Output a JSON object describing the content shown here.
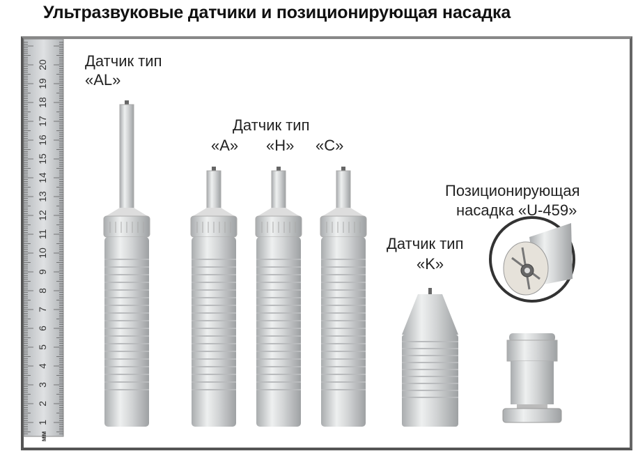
{
  "title": "Ультразвуковые датчики и позиционирующая насадка",
  "ruler": {
    "unit": "мм",
    "numbers": [
      "1",
      "2",
      "3",
      "4",
      "5",
      "6",
      "7",
      "8",
      "9",
      "10",
      "11",
      "12",
      "13",
      "14",
      "15",
      "16",
      "17",
      "18",
      "19",
      "20"
    ]
  },
  "labels": {
    "al": {
      "line1": "Датчик тип",
      "line2": "«AL»"
    },
    "group": {
      "line1": "Датчик тип",
      "a": "«A»",
      "h": "«H»",
      "c": "«C»"
    },
    "k": {
      "line1": "Датчик тип",
      "line2": "«K»"
    },
    "nozzle": {
      "line1": "Позиционирующая",
      "line2": "насадка «U-459»"
    }
  },
  "colors": {
    "metal": "#c9cbcd",
    "metal_light": "#eceded",
    "frame": "#555555"
  }
}
